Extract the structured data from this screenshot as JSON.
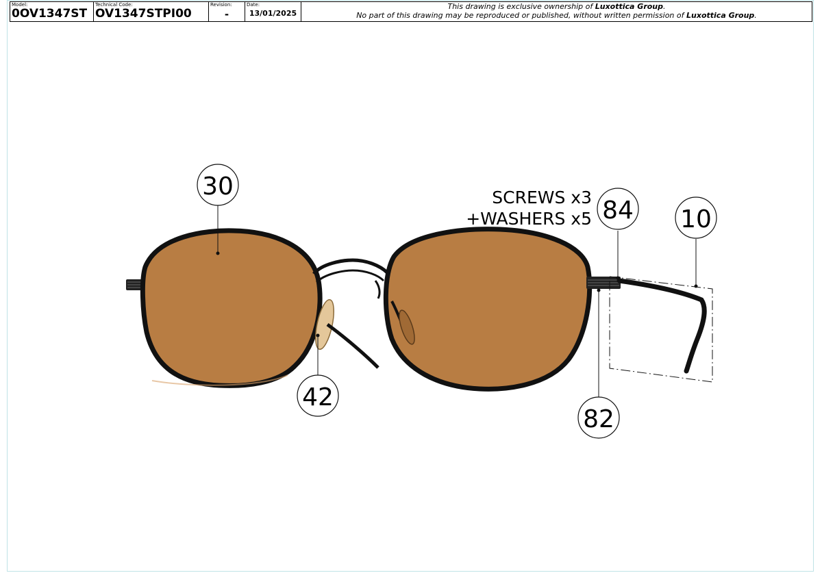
{
  "title_block": {
    "model_caption": "Model:",
    "model": "0OV1347ST",
    "tech_caption": "Technical Code:",
    "tech_code": "OV1347STPI00",
    "revision_caption": "Revision:",
    "revision": "-",
    "date_caption": "Date:",
    "date": "13/01/2025",
    "notice_line1_pre": "This drawing is exclusive ownership of ",
    "notice_line1_company": "Luxottica Group",
    "notice_line1_post": ".",
    "notice_line2_pre": "No part of this drawing may be reproduced or published, without written permission of ",
    "notice_line2_company": "Luxottica Group",
    "notice_line2_post": "."
  },
  "callouts": {
    "lens": "30",
    "nosepad": "42",
    "screws": "84",
    "temple": "10",
    "hinge": "82"
  },
  "notes": {
    "screws": "SCREWS x3",
    "washers": "+WASHERS x5"
  },
  "colors": {
    "lens": "#b87d43",
    "frame": "#111111",
    "nosepad": "#e4c79a",
    "border": "#bfe3e6"
  }
}
